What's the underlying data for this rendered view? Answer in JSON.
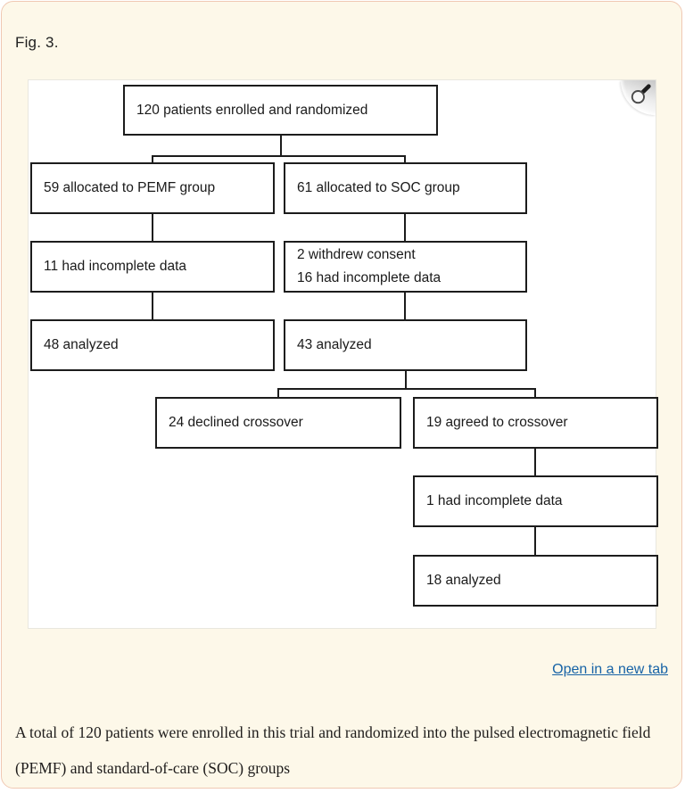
{
  "figure": {
    "label": "Fig. 3.",
    "open_link_label": "Open in a new tab",
    "caption": "A total of 120 patients were enrolled in this trial and randomized into the pulsed electromagnetic field (PEMF) and standard-of-care (SOC) groups"
  },
  "flowchart": {
    "type": "consort-flow-diagram",
    "enrolled": "120 patients enrolled and randomized",
    "pemf_allocated": "59 allocated to PEMF group",
    "soc_allocated": "61 allocated to SOC group",
    "pemf_incomplete": "11 had incomplete data",
    "soc_withdrew": "2 withdrew consent",
    "soc_incomplete": "16 had incomplete data",
    "pemf_analyzed": "48 analyzed",
    "soc_analyzed": "43 analyzed",
    "declined_crossover": "24 declined crossover",
    "agreed_crossover": "19 agreed to crossover",
    "crossover_incomplete": "1 had incomplete data",
    "crossover_analyzed": "18 analyzed"
  },
  "icons": {
    "magnifier": "magnifier-zoom-icon"
  },
  "colors": {
    "card_background": "#fdf8e9",
    "card_border": "#f0c9b4",
    "link_blue": "#1763a6",
    "box_border": "#1c1c1c",
    "panel_background": "#ffffff"
  }
}
